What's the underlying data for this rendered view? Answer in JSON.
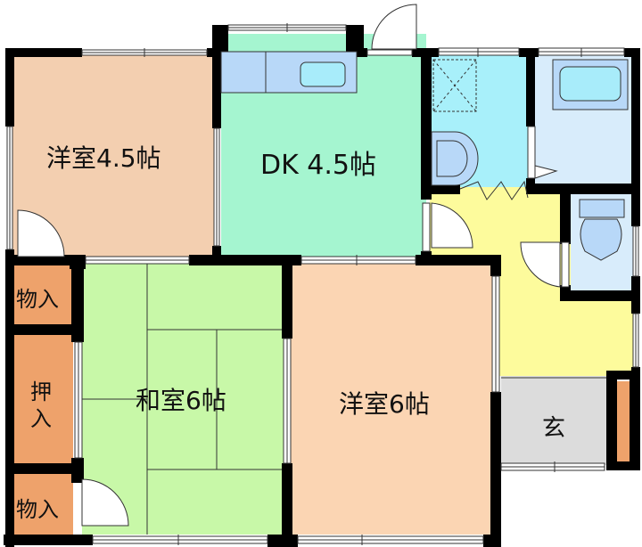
{
  "floorplan": {
    "rooms": [
      {
        "id": "western-room-4-5",
        "label": "洋室4.5帖",
        "color": "#f3cfb0"
      },
      {
        "id": "dining-kitchen",
        "label": "DK 4.5帖",
        "color": "#a5f5d0"
      },
      {
        "id": "washroom",
        "label": "",
        "color": "#a8f0fa"
      },
      {
        "id": "bathroom",
        "label": "",
        "color": "#d8ecfb"
      },
      {
        "id": "hallway",
        "label": "",
        "color": "#fdfb9c"
      },
      {
        "id": "toilet",
        "label": "",
        "color": "#d8ecfb"
      },
      {
        "id": "storage-upper",
        "label": "物入",
        "color": "#eea26b"
      },
      {
        "id": "closet",
        "label_line1": "押",
        "label_line2": "入",
        "color": "#eea26b"
      },
      {
        "id": "storage-lower",
        "label": "物入",
        "color": "#eea26b"
      },
      {
        "id": "japanese-room",
        "label": "和室6帖",
        "color": "#c8f8a8"
      },
      {
        "id": "western-room-6",
        "label": "洋室6帖",
        "color": "#fbd5b3"
      },
      {
        "id": "entrance",
        "label": "玄",
        "color": "#dcdcdc"
      },
      {
        "id": "shoe-box",
        "label": "",
        "color": "#eea26b"
      }
    ],
    "colors": {
      "wall": "#000000",
      "fixture": "#b8d8f8",
      "fixture_inner": "#a8ecfa",
      "door": "#ffffff"
    }
  }
}
